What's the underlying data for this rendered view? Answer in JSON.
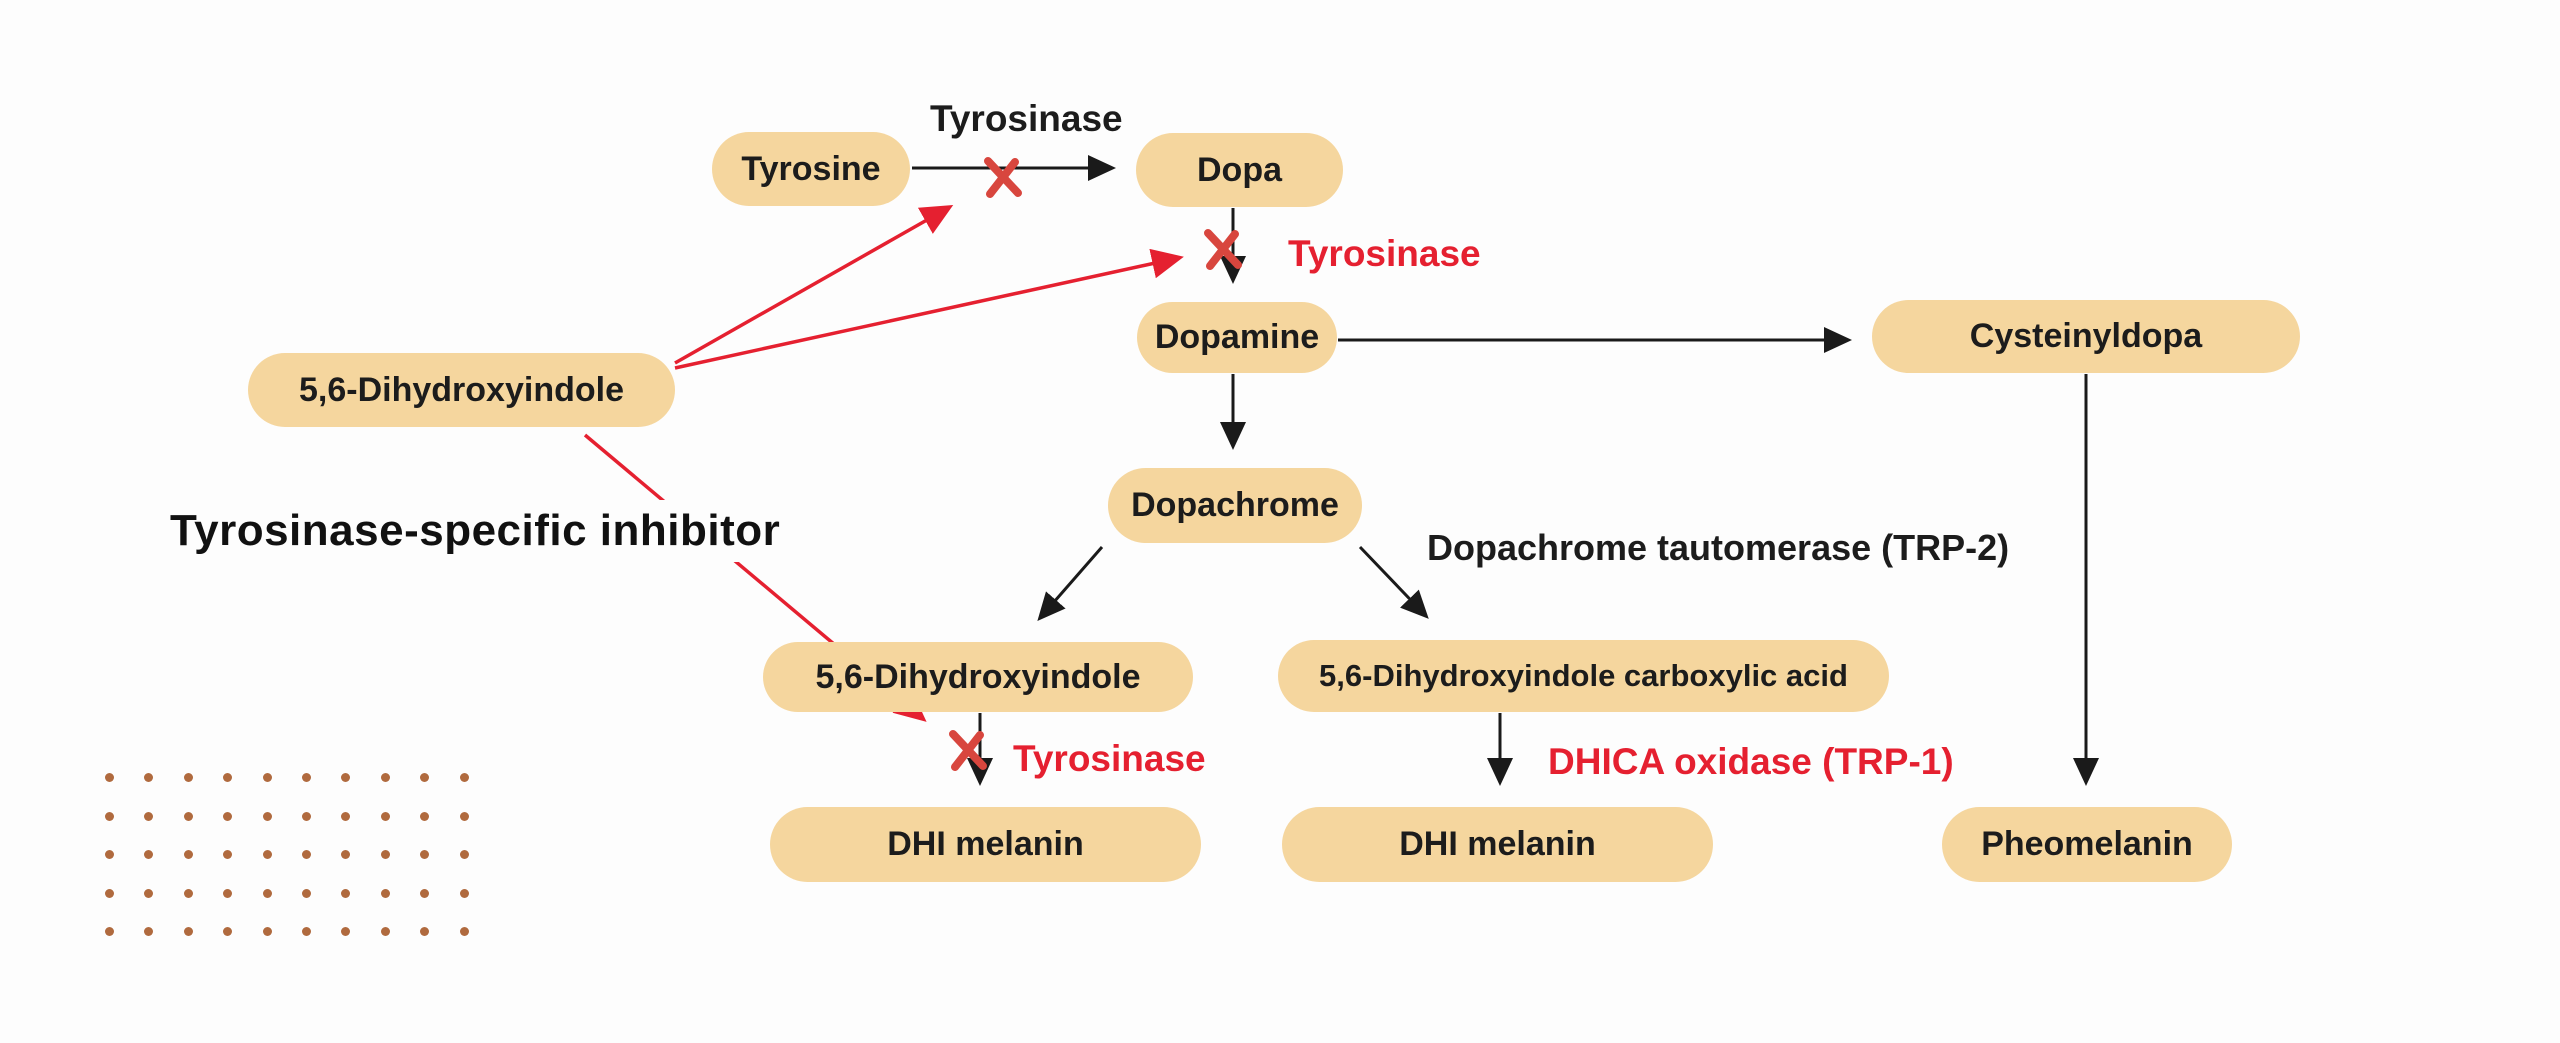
{
  "nodes": {
    "tyrosine": "Tyrosine",
    "dopa": "Dopa",
    "dopamine": "Dopamine",
    "cysteinyldopa": "Cysteinyldopa",
    "dopachrome": "Dopachrome",
    "dhi_branch": "5,6-Dihydroxyindole",
    "dhica_branch": "5,6-Dihydroxyindole carboxylic acid",
    "dhi_inhibitor": "5,6-Dihydroxyindole",
    "dhi_melanin_left": "DHI melanin",
    "dhi_melanin_right": "DHI melanin",
    "pheomelanin": "Pheomelanin"
  },
  "enzyme_labels": {
    "tyrosinase_top": "Tyrosinase",
    "tyrosinase_mid": "Tyrosinase",
    "tyrosinase_bottom": "Tyrosinase",
    "trp2": "Dopachrome tautomerase (TRP-2)",
    "trp1": "DHICA oxidase (TRP-1)"
  },
  "annotations": {
    "inhibitor": "Tyrosinase-specific inhibitor"
  },
  "colors": {
    "pill_fill": "#f5d69e",
    "red_accent": "#e52030",
    "x_mark": "#d8463e",
    "text_dark": "#1c1c1c",
    "dot_brown": "#b06a3e",
    "background": "#fdfdfd"
  },
  "decoration": {
    "dot_grid": {
      "rows": 5,
      "cols": 10
    }
  }
}
